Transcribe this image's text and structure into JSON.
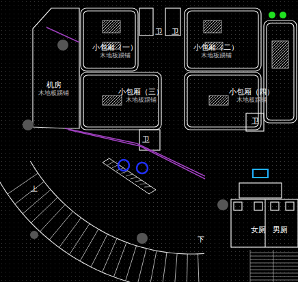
{
  "diagram": {
    "nodes": [
      {
        "text": [
          "机房",
          "木地板踢铺"
        ]
      },
      {
        "text": [
          "小包厢（一）",
          "木地板踢铺"
        ]
      },
      {
        "text": [
          "小包厢（二）",
          "木地板踢铺"
        ]
      },
      {
        "text": [
          "小包厢（三）",
          "木地板踢铺"
        ]
      },
      {
        "text": [
          "小包厢（四）",
          "木地板踢铺"
        ]
      },
      {
        "text": [
          "卫"
        ]
      },
      {
        "text": [
          "卫"
        ]
      },
      {
        "text": [
          "卫"
        ]
      },
      {
        "text": [
          "卫"
        ]
      },
      {
        "text": [
          "女厕"
        ]
      },
      {
        "text": [
          "男厕"
        ]
      }
    ],
    "labels": [
      "上",
      "下"
    ]
  }
}
